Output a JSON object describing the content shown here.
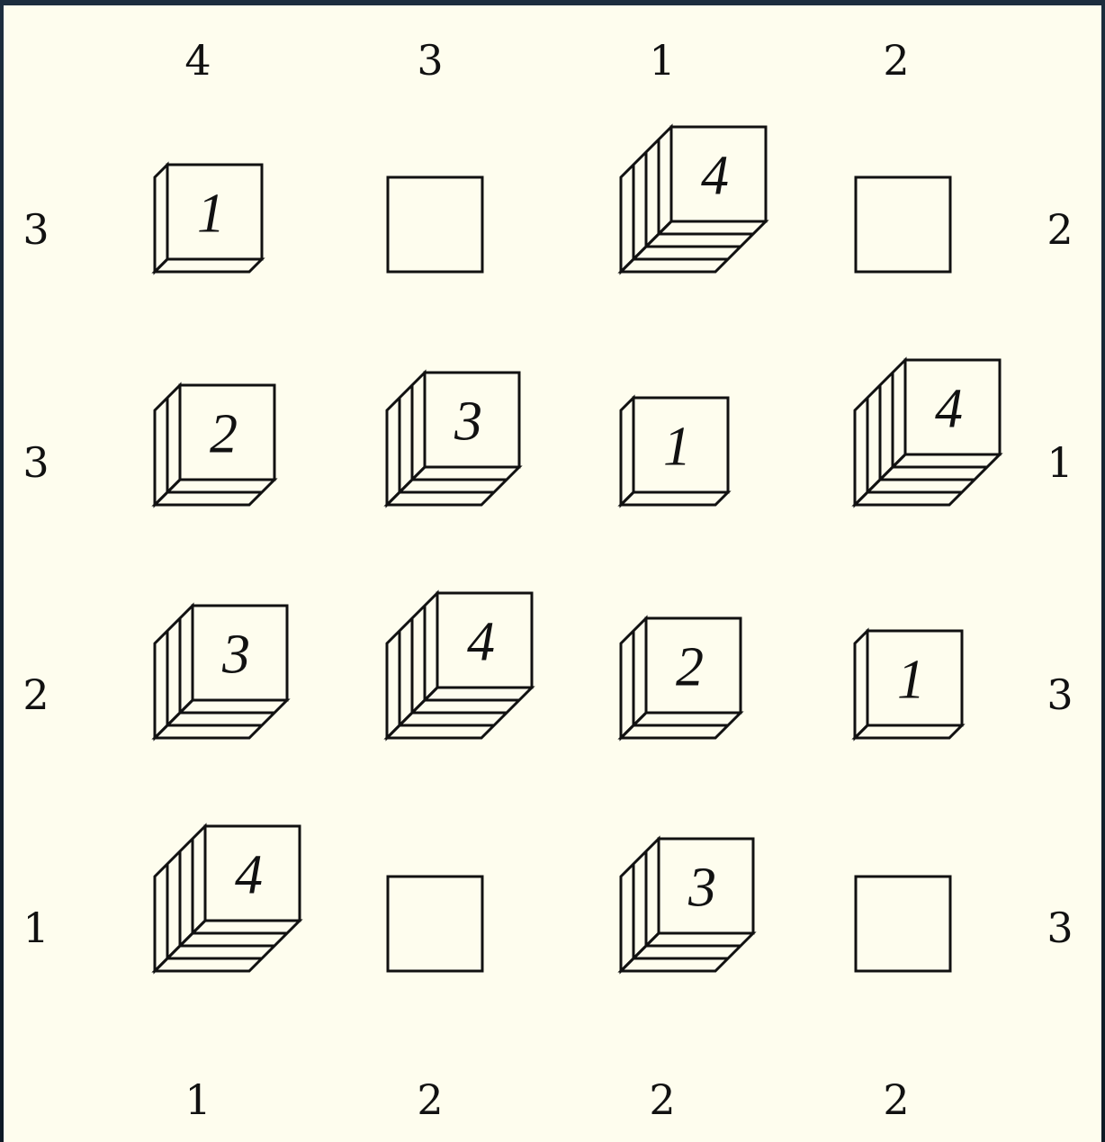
{
  "puzzle": {
    "size": 4,
    "clues": {
      "top": [
        "4",
        "3",
        "1",
        "2"
      ],
      "bottom": [
        "1",
        "2",
        "2",
        "2"
      ],
      "left": [
        "3",
        "3",
        "2",
        "1"
      ],
      "right": [
        "2",
        "1",
        "3",
        "3"
      ]
    },
    "grid": [
      [
        "1",
        "",
        "4",
        ""
      ],
      [
        "2",
        "3",
        "1",
        "4"
      ],
      [
        "3",
        "4",
        "2",
        "1"
      ],
      [
        "4",
        "",
        "3",
        ""
      ]
    ]
  },
  "colors": {
    "background": "#fefdee",
    "ink": "#111111",
    "frame": "#1c2d3e"
  },
  "icons": {
    "tower": "stacked-tower-icon",
    "empty_cell": "empty-square-icon"
  }
}
